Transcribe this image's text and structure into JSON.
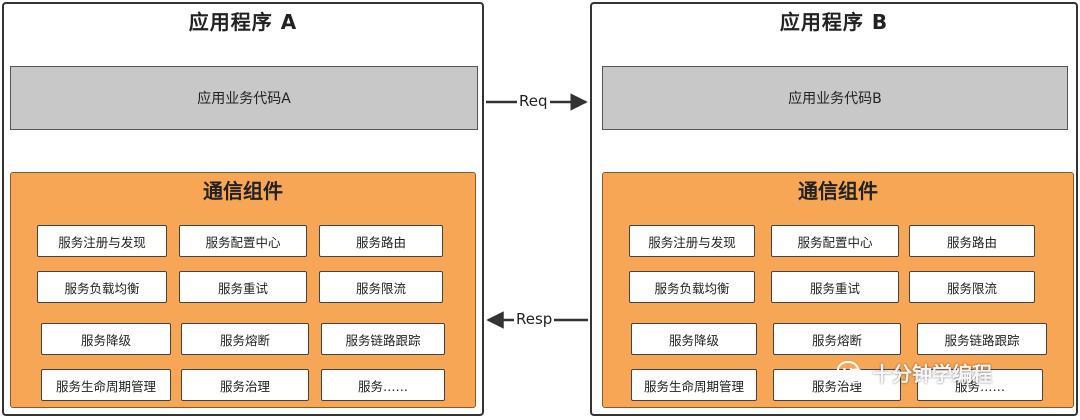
{
  "apps": [
    {
      "title": "应用程序 A",
      "business_code": "应用业务代码A",
      "component_title": "通信组件",
      "services": [
        [
          "服务注册与发现",
          "服务配置中心",
          "服务路由"
        ],
        [
          "服务负载均衡",
          "服务重试",
          "服务限流"
        ],
        [
          "服务降级",
          "服务熔断",
          "服务链路跟踪"
        ],
        [
          "服务生命周期管理",
          "服务治理",
          "服务……"
        ]
      ]
    },
    {
      "title": "应用程序 B",
      "business_code": "应用业务代码B",
      "component_title": "通信组件",
      "services": [
        [
          "服务注册与发现",
          "服务配置中心",
          "服务路由"
        ],
        [
          "服务负载均衡",
          "服务重试",
          "服务限流"
        ],
        [
          "服务降级",
          "服务熔断",
          "服务链路跟踪"
        ],
        [
          "服务生命周期管理",
          "服务治理",
          "服务……"
        ]
      ]
    }
  ],
  "arrows": {
    "request_label": "Req",
    "response_label": "Resp"
  },
  "watermark": {
    "text": "十分钟学编程",
    "icon": "wechat-icon"
  },
  "colors": {
    "business_fill": "#c8c8c8",
    "component_fill": "#f7a656",
    "border": "#333333"
  }
}
